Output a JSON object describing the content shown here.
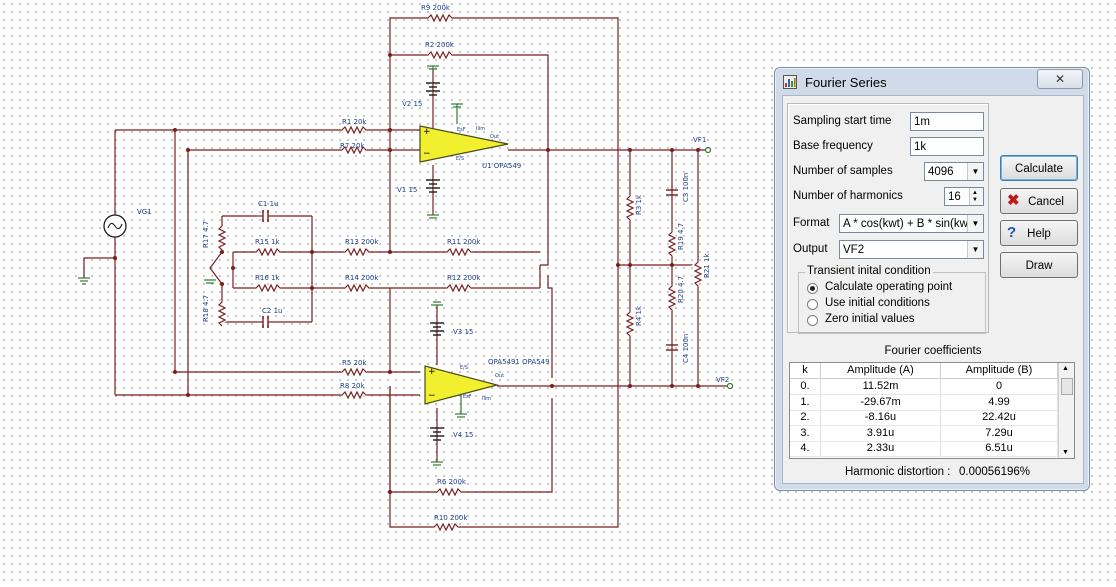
{
  "schematic": {
    "components": {
      "r9": "R9 200k",
      "r2": "R2 200k",
      "r1": "R1 20k",
      "r7": "R7 20k",
      "v2": "V2 15",
      "v1": "V1 15",
      "u1": "U1 OPA549",
      "vg1": "VG1",
      "c1": "C1 1u",
      "r17": "R17 4.7",
      "r15": "R15 1k",
      "r13": "R13 200k",
      "r11": "R11 200k",
      "r16": "R16 1k",
      "r14": "R14 200k",
      "r12": "R12 200k",
      "r18": "R18 4.7",
      "c2": "C2 1u",
      "r3": "R3 1k",
      "c3": "C3 100n",
      "r19": "R19 4.7",
      "r21": "R21 1k",
      "r20": "R20 4.7",
      "r4": "R4 1k",
      "c4": "C4 100n",
      "v3": "V3 15",
      "u2": "OPA5491 OPA549",
      "r5": "R5 20k",
      "r8": "R8 20k",
      "v4": "V4 15",
      "r6": "R6 200k",
      "r10": "R10 200k",
      "vf1": "VF1",
      "vf2": "VF2"
    },
    "pins": {
      "out": "Out",
      "ilim": "Ilim",
      "eflag": "E/S",
      "esen": "EsF"
    }
  },
  "dialog": {
    "title": "Fourier Series",
    "close_glyph": "✕",
    "fields": {
      "start_label": "Sampling start time",
      "start_value": "1m",
      "base_label": "Base frequency",
      "base_value": "1k",
      "samples_label": "Number of samples",
      "samples_value": "4096",
      "harmonics_label": "Number of harmonics",
      "harmonics_value": "16",
      "format_label": "Format",
      "format_value": "A * cos(kwt) + B * sin(kwt)",
      "output_label": "Output",
      "output_value": "VF2"
    },
    "transient": {
      "title": "Transient inital condition",
      "options": [
        "Calculate operating point",
        "Use initial conditions",
        "Zero initial values"
      ],
      "selected": 0
    },
    "buttons": {
      "calculate": "Calculate",
      "cancel": "Cancel",
      "help": "Help",
      "draw": "Draw"
    },
    "coefficients": {
      "title": "Fourier coefficients",
      "columns": [
        "k",
        "Amplitude (A)",
        "Amplitude (B)"
      ],
      "rows": [
        [
          "0.",
          "11.52m",
          "0"
        ],
        [
          "1.",
          "-29.67m",
          "4.99"
        ],
        [
          "2.",
          "-8.16u",
          "22.42u"
        ],
        [
          "3.",
          "3.91u",
          "7.29u"
        ],
        [
          "4.",
          "2.33u",
          "6.51u"
        ]
      ]
    },
    "distortion_label": "Harmonic distortion :",
    "distortion_value": "0.00056196%"
  }
}
